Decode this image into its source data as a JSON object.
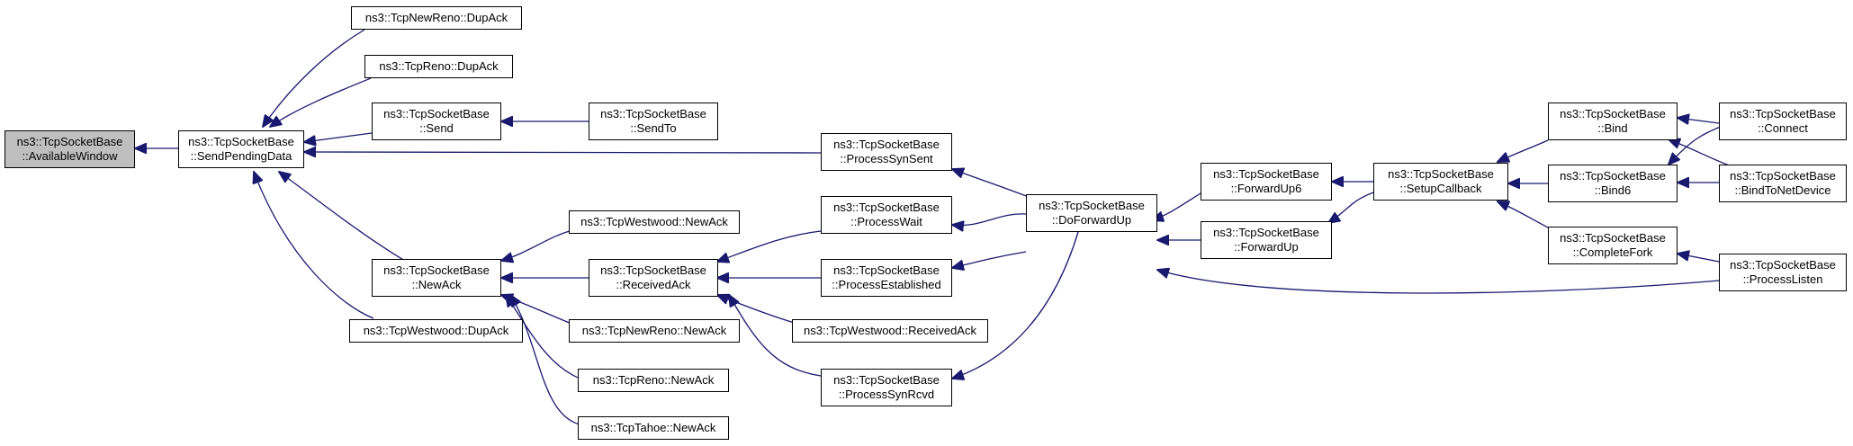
{
  "nodes": {
    "available_window": {
      "line1": "ns3::TcpSocketBase",
      "line2": "::AvailableWindow"
    },
    "send_pending_data": {
      "line1": "ns3::TcpSocketBase",
      "line2": "::SendPendingData"
    },
    "tcpnewreno_dupack": {
      "line1": "ns3::TcpNewReno::DupAck"
    },
    "tcpreno_dupack": {
      "line1": "ns3::TcpReno::DupAck"
    },
    "send": {
      "line1": "ns3::TcpSocketBase",
      "line2": "::Send"
    },
    "sendto": {
      "line1": "ns3::TcpSocketBase",
      "line2": "::SendTo"
    },
    "newack": {
      "line1": "ns3::TcpSocketBase",
      "line2": "::NewAck"
    },
    "tcpwestwood_dupack": {
      "line1": "ns3::TcpWestwood::DupAck"
    },
    "tcpwestwood_newack": {
      "line1": "ns3::TcpWestwood::NewAck"
    },
    "received_ack": {
      "line1": "ns3::TcpSocketBase",
      "line2": "::ReceivedAck"
    },
    "tcpnewreno_newack": {
      "line1": "ns3::TcpNewReno::NewAck"
    },
    "tcpreno_newack": {
      "line1": "ns3::TcpReno::NewAck"
    },
    "tcptahoe_newack": {
      "line1": "ns3::TcpTahoe::NewAck"
    },
    "process_syn_sent": {
      "line1": "ns3::TcpSocketBase",
      "line2": "::ProcessSynSent"
    },
    "process_wait": {
      "line1": "ns3::TcpSocketBase",
      "line2": "::ProcessWait"
    },
    "process_established": {
      "line1": "ns3::TcpSocketBase",
      "line2": "::ProcessEstablished"
    },
    "tcpwestwood_receivedack": {
      "line1": "ns3::TcpWestwood::ReceivedAck"
    },
    "process_syn_rcvd": {
      "line1": "ns3::TcpSocketBase",
      "line2": "::ProcessSynRcvd"
    },
    "do_forward_up": {
      "line1": "ns3::TcpSocketBase",
      "line2": "::DoForwardUp"
    },
    "forward_up6": {
      "line1": "ns3::TcpSocketBase",
      "line2": "::ForwardUp6"
    },
    "forward_up": {
      "line1": "ns3::TcpSocketBase",
      "line2": "::ForwardUp"
    },
    "setup_callback": {
      "line1": "ns3::TcpSocketBase",
      "line2": "::SetupCallback"
    },
    "bind": {
      "line1": "ns3::TcpSocketBase",
      "line2": "::Bind"
    },
    "bind6": {
      "line1": "ns3::TcpSocketBase",
      "line2": "::Bind6"
    },
    "complete_fork": {
      "line1": "ns3::TcpSocketBase",
      "line2": "::CompleteFork"
    },
    "connect": {
      "line1": "ns3::TcpSocketBase",
      "line2": "::Connect"
    },
    "bind_to_net_device": {
      "line1": "ns3::TcpSocketBase",
      "line2": "::BindToNetDevice"
    },
    "process_listen": {
      "line1": "ns3::TcpSocketBase",
      "line2": "::ProcessListen"
    }
  },
  "colors": {
    "edge": "#191970",
    "focus_fill": "#bfbfbf",
    "node_fill": "#ffffff",
    "node_border": "#000000"
  }
}
